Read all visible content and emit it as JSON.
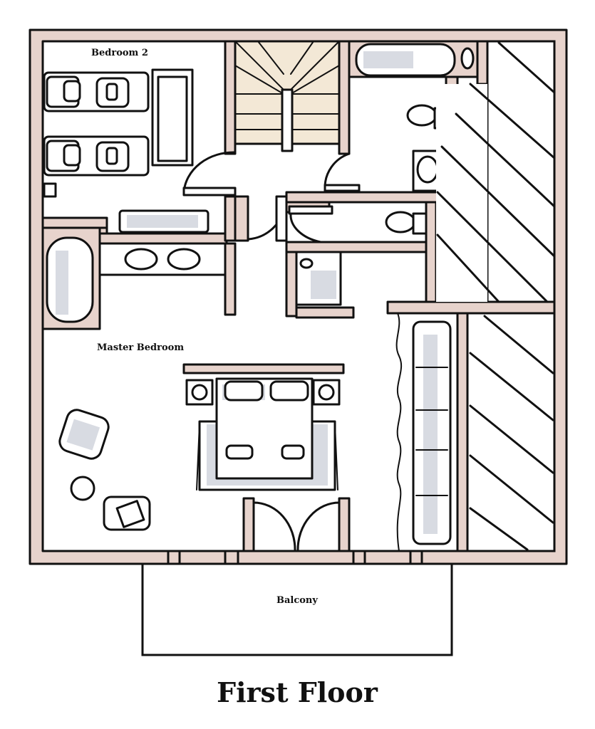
{
  "rooms": {
    "bedroom2": "Bedroom 2",
    "master_bedroom": "Master Bedroom",
    "balcony": "Balcony"
  },
  "floor_title": "First Floor",
  "colors": {
    "wall_fill": "#e7d3cc",
    "stair_fill": "#f3e8d6",
    "fixture_shade": "#d8dbe2",
    "ink": "#111111"
  }
}
